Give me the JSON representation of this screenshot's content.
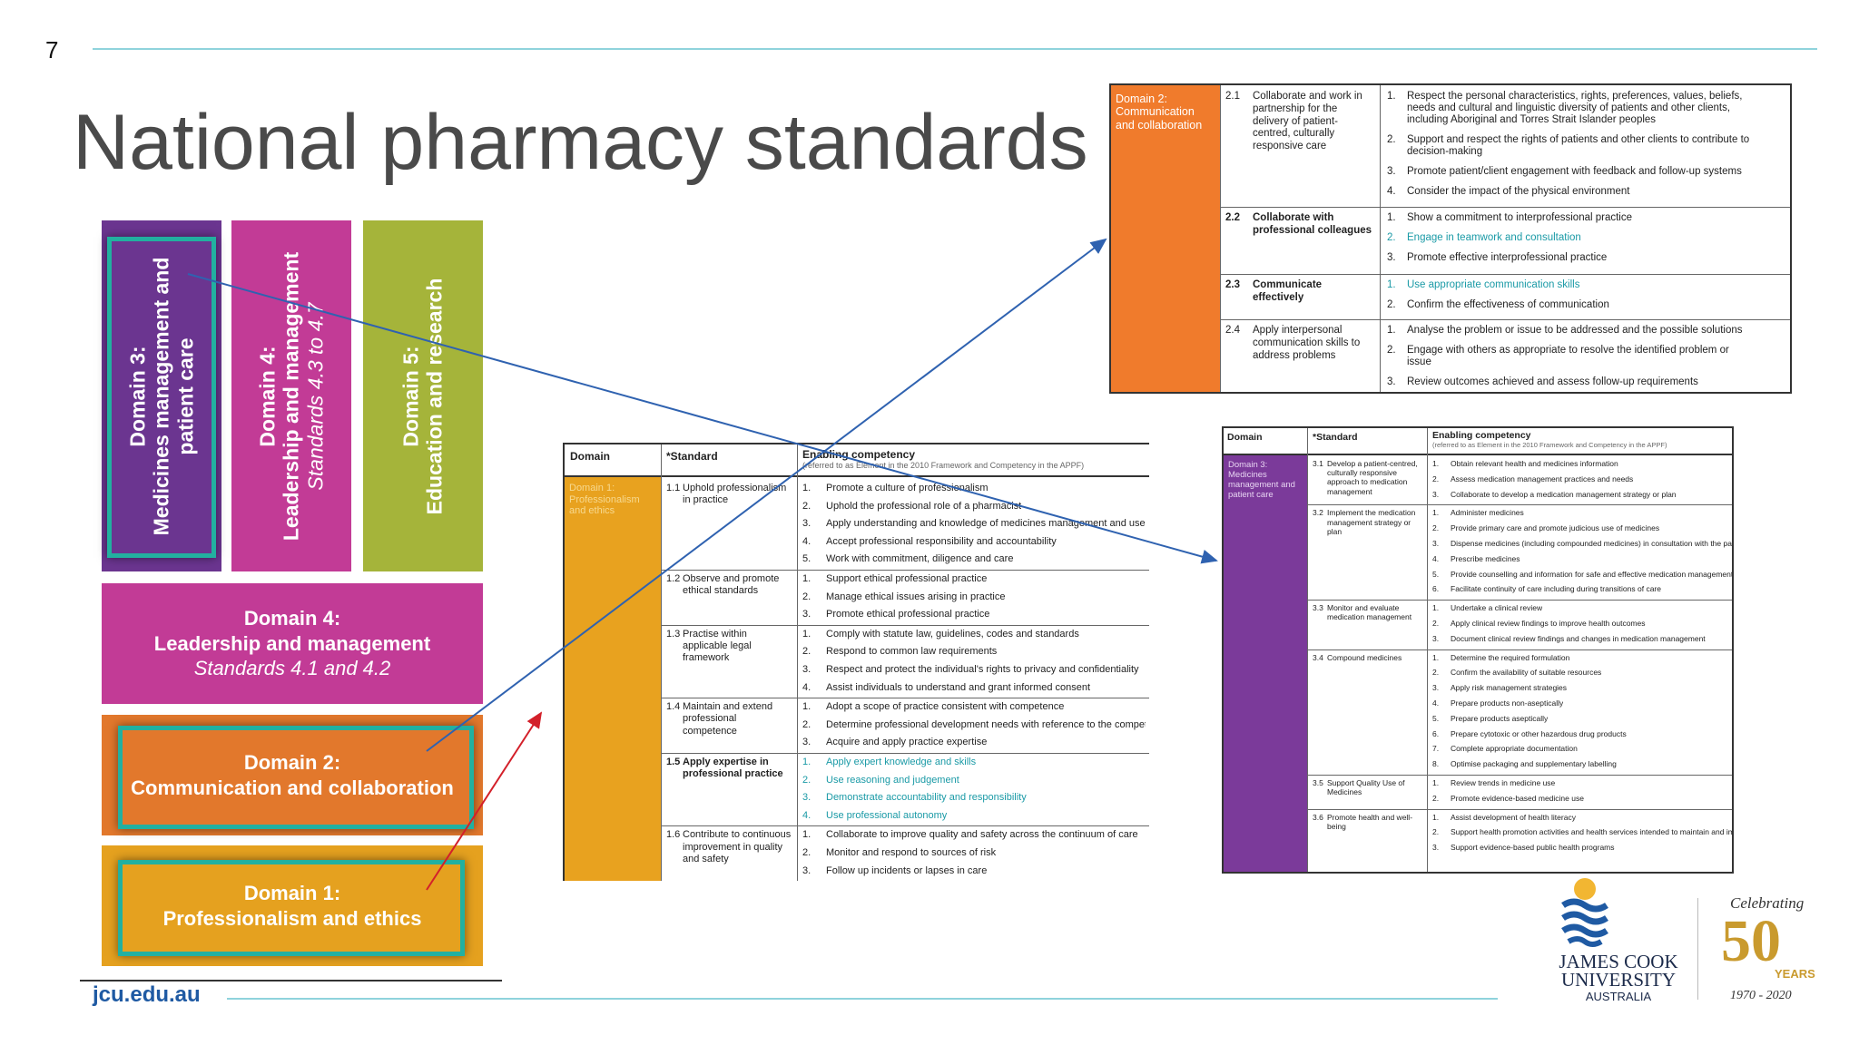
{
  "slide_number": "7",
  "title": "National pharmacy standards",
  "footer": {
    "link": "jcu.edu.au"
  },
  "logo": {
    "name_line1": "JAMES COOK",
    "name_line2": "UNIVERSITY",
    "country": "AUSTRALIA",
    "celebrating": "Celebrating",
    "years_num": "50",
    "years_word": "YEARS",
    "range": "1970 - 2020"
  },
  "blocks": {
    "d3": {
      "line1": "Domain 3:",
      "line2": "Medicines management and",
      "line3": "patient care"
    },
    "d4_vert": {
      "line1": "Domain 4:",
      "line2": "Leadership and management",
      "line3": "Standards 4.3 to 4.7"
    },
    "d5": {
      "line1": "Domain 5:",
      "line2": "Education and research"
    },
    "d4_horiz": {
      "line1": "Domain 4:",
      "line2": "Leadership and management",
      "line3": "Standards 4.1 and 4.2"
    },
    "d2": {
      "line1": "Domain 2:",
      "line2": "Communication and collaboration"
    },
    "d1": {
      "line1": "Domain 1:",
      "line2": "Professionalism and ethics"
    },
    "colors": {
      "d3": "#6b3590",
      "d4": "#c23b96",
      "d5": "#a5b43a",
      "d2": "#e2782c",
      "d1": "#e5a11f",
      "frame": "#22b0a0"
    }
  },
  "table_d2": {
    "domain_label": "Domain 2: Communication and collaboration",
    "rows": [
      {
        "std": "2.1",
        "title": "Collaborate and work in partnership for the delivery of patient-centred, culturally responsive care",
        "items": [
          {
            "n": "1.",
            "t": "Respect the personal characteristics, rights, preferences, values, beliefs,",
            "t2": "needs and cultural and linguistic diversity of patients and other clients,",
            "t3": "including Aboriginal and Torres Strait Islander peoples"
          },
          {
            "n": "2.",
            "t": "Support and respect the rights of patients and other clients to contribute to",
            "t2": "decision-making"
          },
          {
            "n": "3.",
            "t": "Promote patient/client engagement with feedback and follow-up systems"
          },
          {
            "n": "4.",
            "t": "Consider the impact of the physical environment"
          }
        ]
      },
      {
        "std": "2.2",
        "title": "Collaborate with professional colleagues",
        "items": [
          {
            "n": "1.",
            "t": "Show a commitment to interprofessional practice"
          },
          {
            "n": "2.",
            "t": "Engage in teamwork and consultation"
          },
          {
            "n": "3.",
            "t": "Promote effective interprofessional practice"
          }
        ]
      },
      {
        "std": "2.3",
        "title": "Communicate effectively",
        "items": [
          {
            "n": "1.",
            "t": "Use appropriate communication skills"
          },
          {
            "n": "2.",
            "t": "Confirm the effectiveness of communication"
          }
        ]
      },
      {
        "std": "2.4",
        "title": "Apply interpersonal communication skills to address problems",
        "items": [
          {
            "n": "1.",
            "t": "Analyse the problem or issue to be addressed and the possible solutions"
          },
          {
            "n": "2.",
            "t": "Engage with others as appropriate to resolve the identified problem or",
            "t2": "issue"
          },
          {
            "n": "3.",
            "t": "Review outcomes achieved and assess follow-up requirements"
          }
        ]
      }
    ]
  },
  "table_d1": {
    "h_domain": "Domain",
    "h_standard": "*Standard",
    "h_enabling": "Enabling competency",
    "h_enabling_sub": "(referred to as Element in the 2010 Framework and Competency in the APPF)",
    "domain_label": "Domain 1: Professionalism and ethics",
    "rows": [
      {
        "std": "1.1",
        "title": "Uphold professionalism in practice",
        "items": [
          "Promote a culture of professionalism",
          "Uphold the professional role of a pharmacist",
          "Apply understanding and knowledge of medicines management and use in society",
          "Accept professional responsibility and accountability",
          "Work with commitment, diligence and care"
        ]
      },
      {
        "std": "1.2",
        "title": "Observe and promote ethical standards",
        "items": [
          "Support ethical professional practice",
          "Manage ethical issues arising in practice",
          "Promote ethical professional practice"
        ]
      },
      {
        "std": "1.3",
        "title": "Practise within applicable legal framework",
        "items": [
          "Comply with statute law, guidelines, codes and standards",
          "Respond to common law requirements",
          "Respect and protect the individual's rights to privacy and confidentiality",
          "Assist individuals to understand and grant informed consent"
        ]
      },
      {
        "std": "1.4",
        "title": "Maintain and extend professional competence",
        "items": [
          "Adopt a scope of practice consistent with competence",
          "Determine professional development needs with reference to the competency standards",
          "Acquire and apply practice expertise"
        ]
      },
      {
        "std": "1.5",
        "title": "Apply expertise in professional practice",
        "items": [
          "Apply expert knowledge and skills",
          "Use reasoning and judgement",
          "Demonstrate accountability and responsibility",
          "Use professional autonomy"
        ]
      },
      {
        "std": "1.6",
        "title": "Contribute to continuous improvement in quality and safety",
        "items": [
          "Collaborate to improve quality and safety across the continuum of care",
          "Monitor and respond to sources of risk",
          "Follow up incidents or lapses in care"
        ]
      }
    ]
  },
  "table_d3": {
    "h_domain": "Domain",
    "h_standard": "*Standard",
    "h_enabling": "Enabling competency",
    "h_enabling_sub": "(referred to as Element in the 2010 Framework and Competency in the APPF)",
    "domain_label": "Domain 3: Medicines management and patient care",
    "rows": [
      {
        "std": "3.1",
        "title": "Develop a patient-centred, culturally responsive approach to medication management",
        "items": [
          "Obtain relevant health and medicines information",
          "Assess medication management practices and needs",
          "Collaborate to develop a medication management strategy or plan"
        ]
      },
      {
        "std": "3.2",
        "title": "Implement the medication management strategy or plan",
        "items": [
          "Administer medicines",
          "Provide primary care and promote judicious use of medicines",
          "Dispense medicines (including compounded medicines) in consultation with the patient and/or prescriber",
          "Prescribe medicines",
          "Provide counselling and information for safe and effective medication management",
          "Facilitate continuity of care including during transitions of care"
        ]
      },
      {
        "std": "3.3",
        "title": "Monitor and evaluate medication management",
        "items": [
          "Undertake a clinical review",
          "Apply clinical review findings to improve health outcomes",
          "Document clinical review findings and changes in medication management"
        ]
      },
      {
        "std": "3.4",
        "title": "Compound medicines",
        "items": [
          "Determine the required formulation",
          "Confirm the availability of suitable resources",
          "Apply risk management strategies",
          "Prepare products non-aseptically",
          "Prepare products aseptically",
          "Prepare cytotoxic or other hazardous drug products",
          "Complete appropriate documentation",
          "Optimise packaging and supplementary labelling"
        ]
      },
      {
        "std": "3.5",
        "title": "Support Quality Use of Medicines",
        "items": [
          "Review trends in medicine use",
          "Promote evidence-based medicine use"
        ]
      },
      {
        "std": "3.6",
        "title": "Promote health and well-being",
        "items": [
          "Assist development of health literacy",
          "Support health promotion activities and health services intended to maintain and improve health",
          "Support evidence-based public health programs"
        ]
      }
    ]
  }
}
